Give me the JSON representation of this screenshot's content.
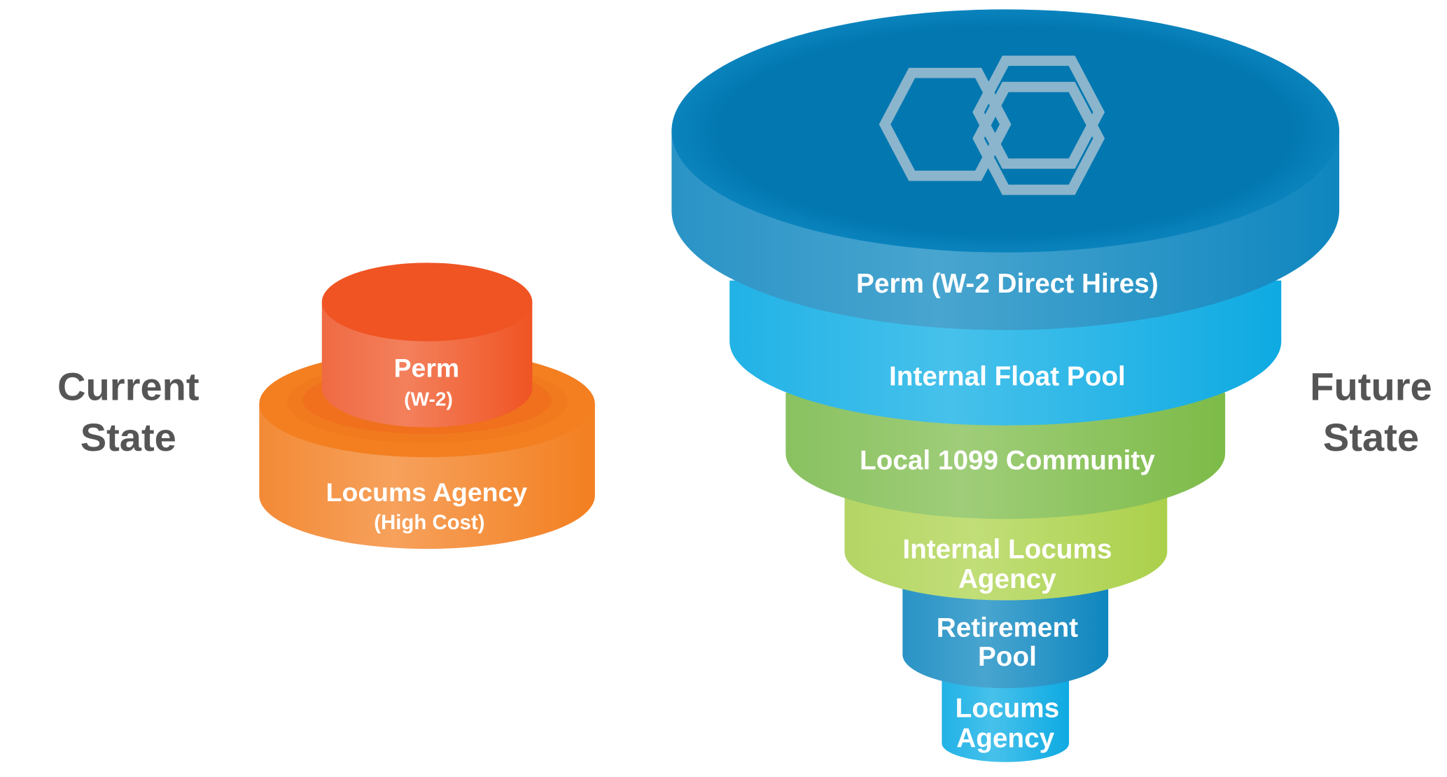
{
  "current_state": {
    "title_line1": "Current",
    "title_line2": "State",
    "tiers": [
      {
        "label": "Perm",
        "sublabel": "(W-2)",
        "color_dark": "#f05423",
        "color_light": "#f3805c"
      },
      {
        "label": "Locums Agency",
        "sublabel": "(High Cost)",
        "color_dark": "#f37f20",
        "color_light": "#f6a15c"
      }
    ]
  },
  "future_state": {
    "title_line1": "Future",
    "title_line2": "State",
    "logo_icon": "hexagon-cluster-icon",
    "tiers": [
      {
        "label": "Perm (W-2 Direct Hires)",
        "color_dark": "#0f86bf",
        "color_light": "#48a5cf",
        "top_color": "#0277b0"
      },
      {
        "label": "Internal Float Pool",
        "color_dark": "#0eaae2",
        "color_light": "#46c1eb"
      },
      {
        "label": "Local 1099 Community",
        "color_dark": "#7dbb48",
        "color_light": "#9fcd79"
      },
      {
        "label_line1": "Internal Locums",
        "label_line2": "Agency",
        "color_dark": "#abd04b",
        "color_light": "#c1de78"
      },
      {
        "label_line1": "Retirement",
        "label_line2": "Pool",
        "color_dark": "#0f86bf",
        "color_light": "#4fa7d0"
      },
      {
        "label_line1": "Locums",
        "label_line2": "Agency",
        "color_dark": "#0eaae2",
        "color_light": "#4fc4ed"
      }
    ]
  }
}
